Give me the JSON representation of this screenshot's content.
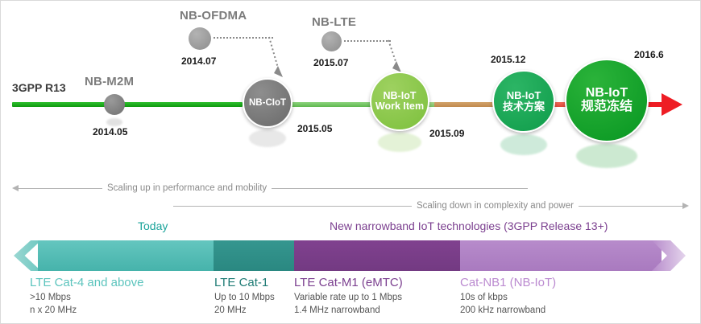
{
  "timeline": {
    "start_label": "3GPP R13",
    "milestones": [
      {
        "name": "NB-M2M",
        "date": "2014.05",
        "kind": "dot-small"
      },
      {
        "name": "NB-OFDMA",
        "date": "2014.07",
        "kind": "dot-callout"
      },
      {
        "name": "NB-CIoT",
        "date": "2015.05",
        "kind": "circle-grey"
      },
      {
        "name": "NB-LTE",
        "date": "2015.07",
        "kind": "dot-callout"
      },
      {
        "name": "NB-IoT\nWork Item",
        "line1": "NB-IoT",
        "line2": "Work Item",
        "date": "2015.09",
        "kind": "circle-lightgreen"
      },
      {
        "name": "NB-IoT 技术方案",
        "line1": "NB-IoT",
        "line2": "技术方案",
        "date": "2015.12",
        "kind": "circle-green"
      },
      {
        "name": "NB-IoT 规范冻结",
        "line1": "NB-IoT",
        "line2": "规范冻结",
        "date": "2016.6",
        "kind": "circle-darkgreen"
      }
    ]
  },
  "scaling": {
    "up_label": "Scaling up in performance and mobility",
    "down_label": "Scaling down in complexity and power"
  },
  "bottom": {
    "caption_left": "Today",
    "caption_right": "New narrowband IoT technologies (3GPP Release 13+)",
    "categories": [
      {
        "title": "LTE Cat-4 and above",
        "rate": ">10 Mbps",
        "bandwidth": "n x 20 MHz"
      },
      {
        "title": "LTE Cat-1",
        "rate": "Up to 10 Mbps",
        "bandwidth": "20 MHz"
      },
      {
        "title": "LTE Cat-M1 (eMTC)",
        "rate": "Variable rate up to 1 Mbps",
        "bandwidth": "1.4 MHz narrowband"
      },
      {
        "title": "Cat-NB1 (NB-IoT)",
        "rate": "10s of kbps",
        "bandwidth": "200 kHz narrowband"
      }
    ]
  },
  "colors": {
    "line_green": "#1faa1f",
    "line_red": "#ee1d24",
    "grey_node": "#7c7c7c",
    "light_green": "#7cc03c",
    "green": "#0f9c4a",
    "dark_green": "#079621",
    "teal_light": "#46b3ab",
    "teal_dark": "#2a8881",
    "purple_dark": "#733a82",
    "purple_light": "#a97abf"
  }
}
